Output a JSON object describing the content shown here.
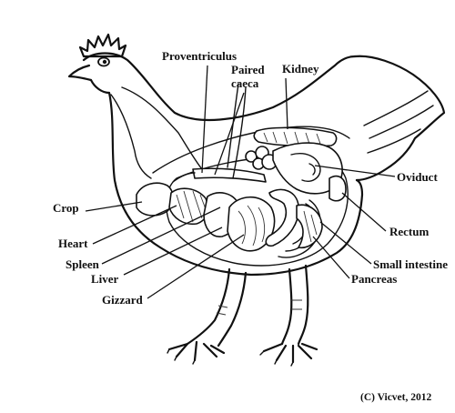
{
  "labels": {
    "proventriculus": "Proventriculus",
    "paired_caeca_1": "Paired",
    "paired_caeca_2": "caeca",
    "kidney": "Kidney",
    "oviduct": "Oviduct",
    "crop": "Crop",
    "heart": "Heart",
    "rectum": "Rectum",
    "small_intestine": "Small intestine",
    "spleen": "Spleen",
    "pancreas": "Pancreas",
    "liver": "Liver",
    "gizzard": "Gizzard"
  },
  "credit": "(C) Vicvet, 2012"
}
